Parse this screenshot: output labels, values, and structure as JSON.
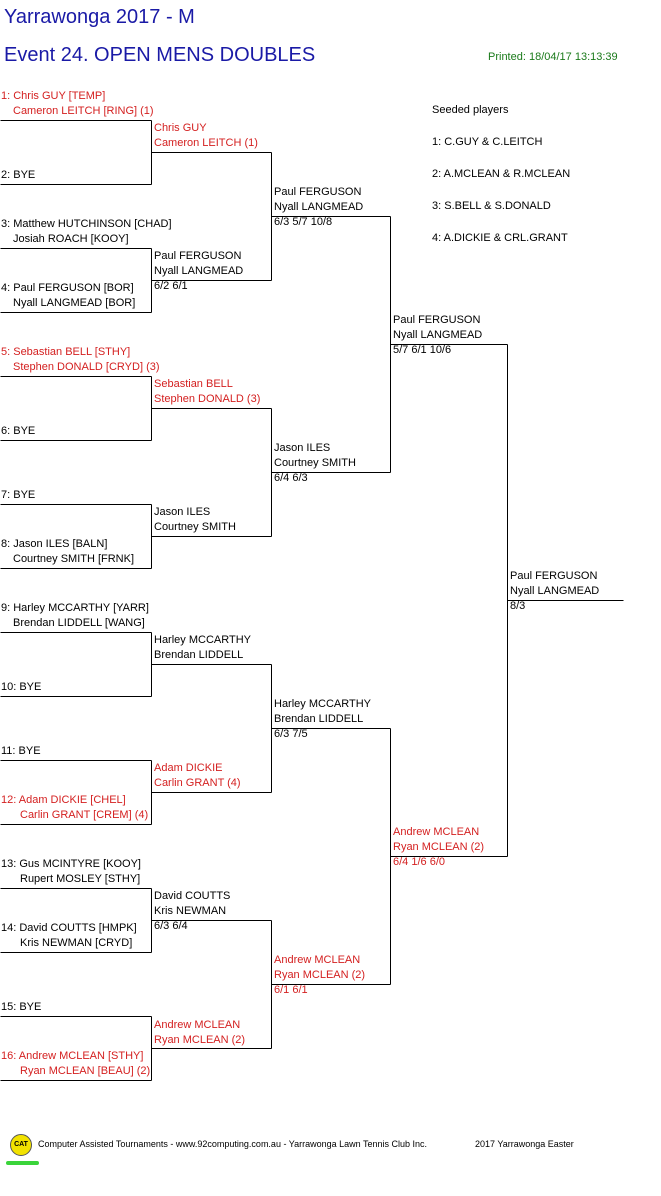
{
  "header": {
    "title": "Yarrawonga 2017 - M",
    "event": "Event 24. OPEN MENS DOUBLES",
    "printed": "Printed: 18/04/17 13:13:39"
  },
  "seeds": {
    "heading": "Seeded players",
    "items": [
      "1: C.GUY & C.LEITCH",
      "2: A.MCLEAN & R.MCLEAN",
      "3: S.BELL & S.DONALD",
      "4: A.DICKIE & CRL.GRANT"
    ]
  },
  "round1": [
    {
      "a": "1: Chris GUY [TEMP]",
      "b": "Cameron LEITCH [RING] (1)"
    },
    {
      "a": "2: BYE",
      "b": ""
    },
    {
      "a": "3: Matthew HUTCHINSON [CHAD]",
      "b": "Josiah ROACH [KOOY]"
    },
    {
      "a": "4: Paul FERGUSON [BOR]",
      "b": "Nyall LANGMEAD [BOR]"
    },
    {
      "a": "5: Sebastian BELL [STHY]",
      "b": "Stephen DONALD [CRYD] (3)"
    },
    {
      "a": "6: BYE",
      "b": ""
    },
    {
      "a": "7: BYE",
      "b": ""
    },
    {
      "a": "8: Jason ILES [BALN]",
      "b": "Courtney SMITH [FRNK]"
    },
    {
      "a": "9: Harley MCCARTHY [YARR]",
      "b": "Brendan LIDDELL [WANG]"
    },
    {
      "a": "10: BYE",
      "b": ""
    },
    {
      "a": "11: BYE",
      "b": ""
    },
    {
      "a": "12: Adam DICKIE [CHEL]",
      "b": "Carlin GRANT [CREM] (4)"
    },
    {
      "a": "13: Gus MCINTYRE [KOOY]",
      "b": "Rupert MOSLEY [STHY]"
    },
    {
      "a": "14: David COUTTS [HMPK]",
      "b": "Kris NEWMAN [CRYD]"
    },
    {
      "a": "15: BYE",
      "b": ""
    },
    {
      "a": "16: Andrew MCLEAN [STHY]",
      "b": "Ryan MCLEAN [BEAU] (2)"
    }
  ],
  "round2": [
    {
      "a": "Chris GUY",
      "b": "Cameron LEITCH (1)",
      "score": ""
    },
    {
      "a": "Paul FERGUSON",
      "b": "Nyall LANGMEAD",
      "score": "6/2 6/1"
    },
    {
      "a": "Sebastian BELL",
      "b": "Stephen DONALD (3)",
      "score": ""
    },
    {
      "a": "Jason ILES",
      "b": "Courtney SMITH",
      "score": ""
    },
    {
      "a": "Harley MCCARTHY",
      "b": "Brendan LIDDELL",
      "score": ""
    },
    {
      "a": "Adam DICKIE",
      "b": "Carlin GRANT (4)",
      "score": ""
    },
    {
      "a": "David COUTTS",
      "b": "Kris NEWMAN",
      "score": "6/3 6/4"
    },
    {
      "a": "Andrew MCLEAN",
      "b": "Ryan MCLEAN (2)",
      "score": ""
    }
  ],
  "round3": [
    {
      "a": "Paul FERGUSON",
      "b": "Nyall LANGMEAD",
      "score": "6/3 5/7 10/8"
    },
    {
      "a": "Jason ILES",
      "b": "Courtney SMITH",
      "score": "6/4 6/3"
    },
    {
      "a": "Harley MCCARTHY",
      "b": "Brendan LIDDELL",
      "score": "6/3 7/5"
    },
    {
      "a": "Andrew MCLEAN",
      "b": "Ryan MCLEAN (2)",
      "score": "6/1 6/1"
    }
  ],
  "round4": [
    {
      "a": "Paul FERGUSON",
      "b": "Nyall LANGMEAD",
      "score": "5/7 6/1 10/6"
    },
    {
      "a": "Andrew MCLEAN",
      "b": "Ryan MCLEAN (2)",
      "score": "6/4 1/6 6/0"
    }
  ],
  "final": {
    "a": "Paul FERGUSON",
    "b": "Nyall LANGMEAD",
    "score": "8/3"
  },
  "footer": {
    "logo": "CAT",
    "credit": "Computer Assisted Tournaments - www.92computing.com.au -  Yarrawonga Lawn Tennis Club Inc.",
    "tournament": "2017 Yarrawonga Easter"
  },
  "colors": {
    "seeded": "#d42020",
    "title": "#1a1aa6",
    "printed": "#1a7a1a"
  }
}
